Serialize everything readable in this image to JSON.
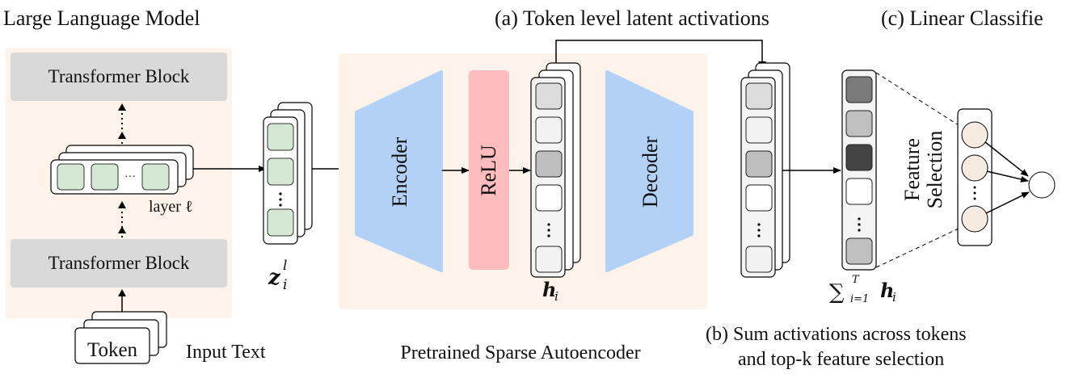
{
  "titles": {
    "llm": "Large Language Model",
    "token_level": "(a) Token level latent activations",
    "linear_classifier": "(c) Linear Classifie",
    "sum_line1": "(b) Sum activations across tokens",
    "sum_line2": "and top-k feature selection",
    "sae": "Pretrained Sparse Autoencoder",
    "input_text": "Input Text"
  },
  "llm": {
    "block_top": "Transformer Block",
    "block_bottom": "Transformer Block",
    "layer_label": "layer ℓ",
    "token_label": "Token",
    "ellipsis": "···"
  },
  "sae": {
    "encoder": "Encoder",
    "relu": "ReLU",
    "decoder": "Decoder"
  },
  "math": {
    "z": "z",
    "z_sup": "l",
    "z_sub": "i",
    "h": "h",
    "h_sub": "i",
    "sum_symbol": "∑",
    "sum_sup": "T",
    "sum_sub": "i=1",
    "sum_h": "h",
    "sum_h_sub": "i"
  },
  "feature_selection": {
    "line1": "Feature",
    "line2": "Selection"
  },
  "colors": {
    "panel_bg": "#fdf3ea",
    "transformer_block": "#d9d9d9",
    "green_cell": "#d5e8d4",
    "encoder_decoder": "#b3d1f7",
    "relu": "#ffbcbf",
    "neuron": "#f5ebe1",
    "latent_cells": [
      "#dcdcdc",
      "#f2f2f2",
      "#bfbfbf",
      "#ffffff",
      "#f2f2f2"
    ],
    "summed_cells": [
      "#7a7a7a",
      "#c0c0c0",
      "#444444",
      "#ffffff",
      "#c0c0c0"
    ]
  }
}
